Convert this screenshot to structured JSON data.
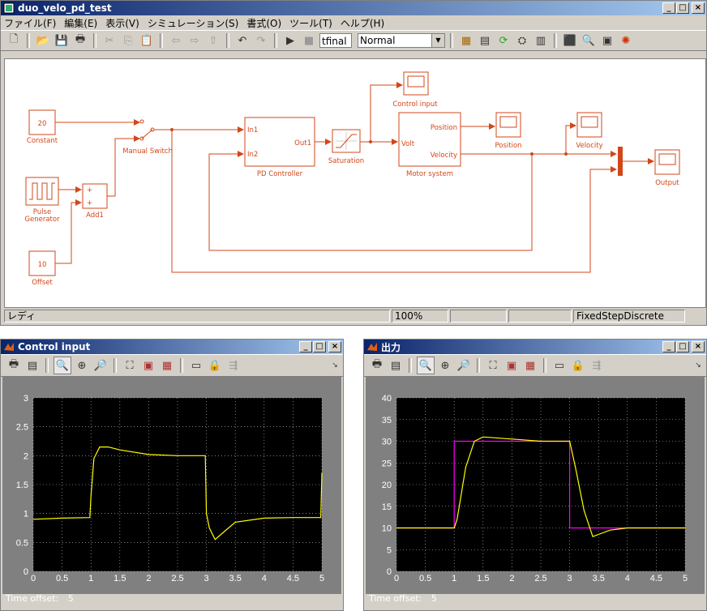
{
  "model_window": {
    "title": "duo_velo_pd_test",
    "menu": [
      "ファイル(F)",
      "編集(E)",
      "表示(V)",
      "シミュレーション(S)",
      "書式(O)",
      "ツール(T)",
      "ヘルプ(H)"
    ],
    "stop_time": "tfinal",
    "sim_mode": "Normal",
    "status": {
      "ready": "レディ",
      "zoom": "100%",
      "solver": "FixedStepDiscrete"
    },
    "blocks": {
      "constant_value": "20",
      "constant_label": "Constant",
      "pulse_label_1": "Pulse",
      "pulse_label_2": "Generator",
      "add_label": "Add1",
      "offset_value": "10",
      "offset_label": "Offset",
      "switch_label": "Manual Switch",
      "pd_label": "PD Controller",
      "pd_in1": "In1",
      "pd_in2": "In2",
      "pd_out": "Out1",
      "sat_label": "Saturation",
      "motor_label": "Motor system",
      "motor_in": "Volt",
      "motor_out1": "Position",
      "motor_out2": "Velocity",
      "scope_control": "Control input",
      "scope_position": "Position",
      "scope_velocity": "Velocity",
      "scope_output": "Output"
    }
  },
  "scope_left": {
    "title": "Control input",
    "time_offset_label": "Time offset:",
    "time_offset_value": "5"
  },
  "scope_right": {
    "title": "出力",
    "time_offset_label": "Time offset:",
    "time_offset_value": "5"
  },
  "colors": {
    "line": "#d2471a",
    "trace_yellow": "#ffff00",
    "trace_magenta": "#ff00ff",
    "plot_bg": "#000000",
    "title_start": "#0a246a"
  },
  "chart_data": [
    {
      "type": "line",
      "title": "Control input",
      "x_ticks": [
        "0",
        "0.5",
        "1",
        "1.5",
        "2",
        "2.5",
        "3",
        "3.5",
        "4",
        "4.5",
        "5"
      ],
      "y_ticks": [
        "0",
        "0.5",
        "1",
        "1.5",
        "2",
        "2.5",
        "3"
      ],
      "xlim": [
        0,
        5
      ],
      "ylim": [
        0,
        3
      ],
      "grid": true,
      "series": [
        {
          "color": "#ffff00",
          "x": [
            0,
            0.5,
            0.98,
            1.0,
            1.05,
            1.15,
            1.3,
            1.5,
            2.0,
            2.5,
            2.98,
            3.0,
            3.05,
            3.15,
            3.3,
            3.5,
            4.0,
            4.5,
            4.98,
            5.0
          ],
          "y": [
            0.9,
            0.92,
            0.93,
            1.3,
            1.95,
            2.15,
            2.15,
            2.1,
            2.02,
            2.0,
            2.0,
            1.0,
            0.75,
            0.55,
            0.68,
            0.85,
            0.92,
            0.93,
            0.93,
            1.7
          ]
        }
      ]
    },
    {
      "type": "line",
      "title": "出力",
      "x_ticks": [
        "0",
        "0.5",
        "1",
        "1.5",
        "2",
        "2.5",
        "3",
        "3.5",
        "4",
        "4.5",
        "5"
      ],
      "y_ticks": [
        "0",
        "5",
        "10",
        "15",
        "20",
        "25",
        "30",
        "35",
        "40"
      ],
      "xlim": [
        0,
        5
      ],
      "ylim": [
        0,
        40
      ],
      "grid": true,
      "series": [
        {
          "color": "#ff00ff",
          "x": [
            0,
            1.0,
            1.0,
            3.0,
            3.0,
            5.0
          ],
          "y": [
            10,
            10,
            30,
            30,
            10,
            10
          ]
        },
        {
          "color": "#ffff00",
          "x": [
            0,
            0.5,
            1.0,
            1.05,
            1.2,
            1.35,
            1.5,
            2.0,
            2.5,
            3.0,
            3.1,
            3.25,
            3.4,
            3.5,
            3.7,
            4.0,
            4.5,
            5.0
          ],
          "y": [
            10,
            10,
            10,
            12,
            24,
            30,
            31,
            30.5,
            30,
            30,
            24,
            14,
            8,
            8.5,
            9.5,
            10,
            10,
            10
          ]
        }
      ]
    }
  ]
}
